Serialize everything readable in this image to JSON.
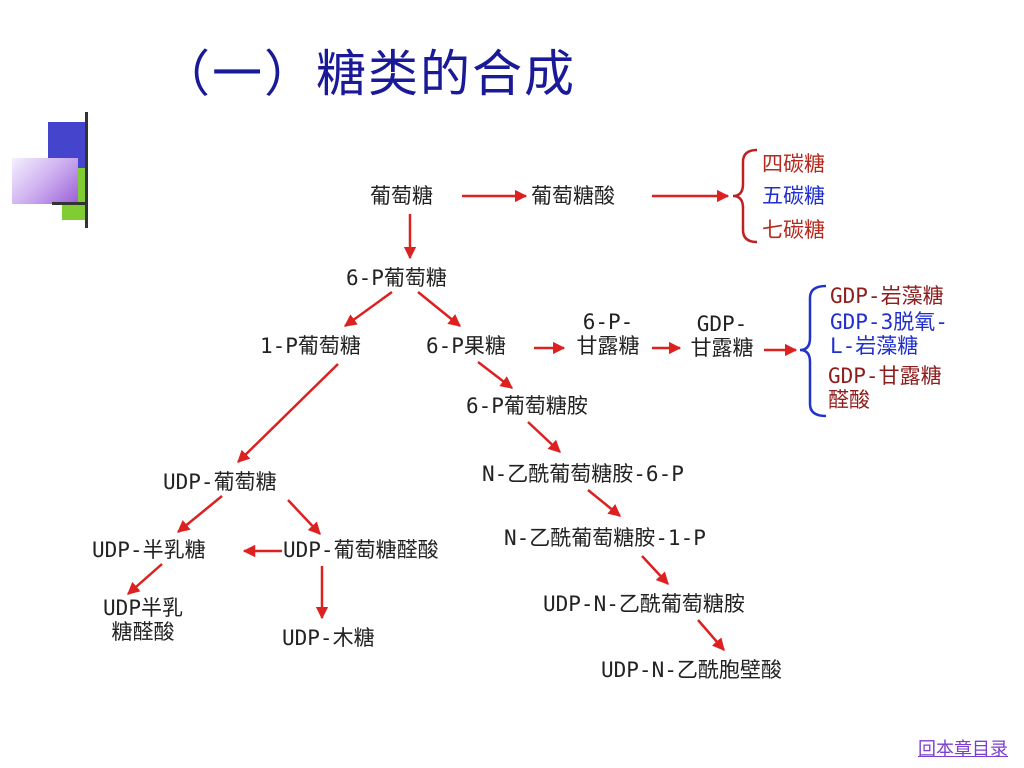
{
  "title": "（一）糖类的合成",
  "nodes": {
    "glucose": "葡萄糖",
    "gluconic_acid": "葡萄糖酸",
    "tetrose": "四碳糖",
    "pentose": "五碳糖",
    "heptose": "七碳糖",
    "g6p": "6-P葡萄糖",
    "g1p": "1-P葡萄糖",
    "f6p": "6-P果糖",
    "m6p_line1": "6-P-",
    "m6p_line2": "甘露糖",
    "gdpm_line1": "GDP-",
    "gdpm_line2": "甘露糖",
    "gdp_fucose": "GDP-岩藻糖",
    "gdp_deoxy_line1": "GDP-3脱氧-",
    "gdp_deoxy_line2": "L-岩藻糖",
    "gdp_mannuronic_line1": "GDP-甘露糖",
    "gdp_mannuronic_line2": "醛酸",
    "glcn6p": "6-P葡萄糖胺",
    "glcnac6p": "N-乙酰葡萄糖胺-6-P",
    "glcnac1p": "N-乙酰葡萄糖胺-1-P",
    "udp_glcnac": "UDP-N-乙酰葡萄糖胺",
    "udp_murnac": "UDP-N-乙酰胞壁酸",
    "udp_glucose": "UDP-葡萄糖",
    "udp_galactose": "UDP-半乳糖",
    "udp_glucuronic": "UDP-葡萄糖醛酸",
    "udp_galacturonic_line1": "UDP半乳",
    "udp_galacturonic_line2": "糖醛酸",
    "udp_xylose": "UDP-木糖"
  },
  "nav": {
    "back_label": "回本章目录"
  },
  "colors": {
    "arrow": "#dd2020",
    "title": "#1a1a99",
    "brace_red": "#c02020",
    "brace_blue": "#2233cc",
    "text_red": "#b52a1e",
    "text_blue": "#1f2fd0",
    "text_dark_red": "#8e1d1d",
    "nav": "#7a3fd1"
  }
}
